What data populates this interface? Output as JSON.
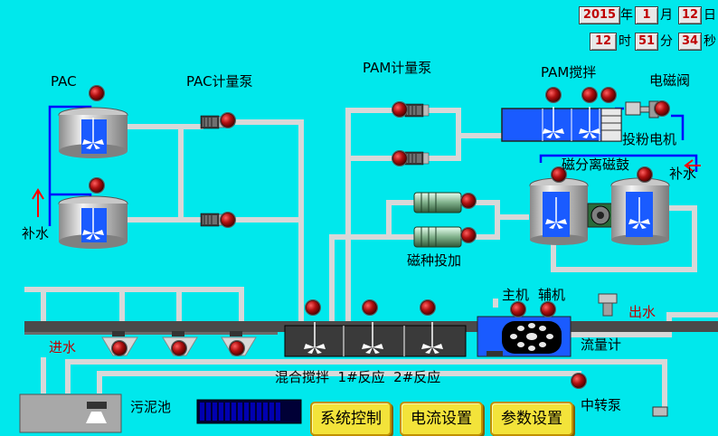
{
  "datetime": {
    "year": "2015",
    "year_unit": "年",
    "month": "1",
    "month_unit": "月",
    "day": "12",
    "day_unit": "日",
    "hour": "12",
    "hour_unit": "时",
    "minute": "51",
    "minute_unit": "分",
    "second": "34",
    "second_unit": "秒"
  },
  "labels": {
    "pac": "PAC",
    "pac_pump": "PAC计量泵",
    "pam_pump": "PAM计量泵",
    "pam_mix": "PAM搅拌",
    "solenoid_valve": "电磁阀",
    "powder_motor": "投粉电机",
    "magnetic_drum": "磁分离磁鼓",
    "water_supply_right": "补水",
    "water_supply_left": "补水",
    "magnetic_seed": "磁种投加",
    "main_unit": "主机",
    "aux_unit": "辅机",
    "water_out": "出水",
    "water_in": "进水",
    "flowmeter": "流量计",
    "mix_reaction": "混合搅拌  1#反应  2#反应",
    "sludge_tank": "污泥池",
    "transfer": "中转泵"
  },
  "buttons": {
    "system_control": "系统控制",
    "current_settings": "电流设置",
    "parameter_settings": "参数设置"
  },
  "colors": {
    "background": "#00e8ec",
    "pipe": "#d8d8d8",
    "water_line": "#0000ff",
    "tank_water": "#1a5bff",
    "status_indicator": "#9a1010",
    "button": "#f3e33a",
    "alert_text": "#c00000"
  }
}
